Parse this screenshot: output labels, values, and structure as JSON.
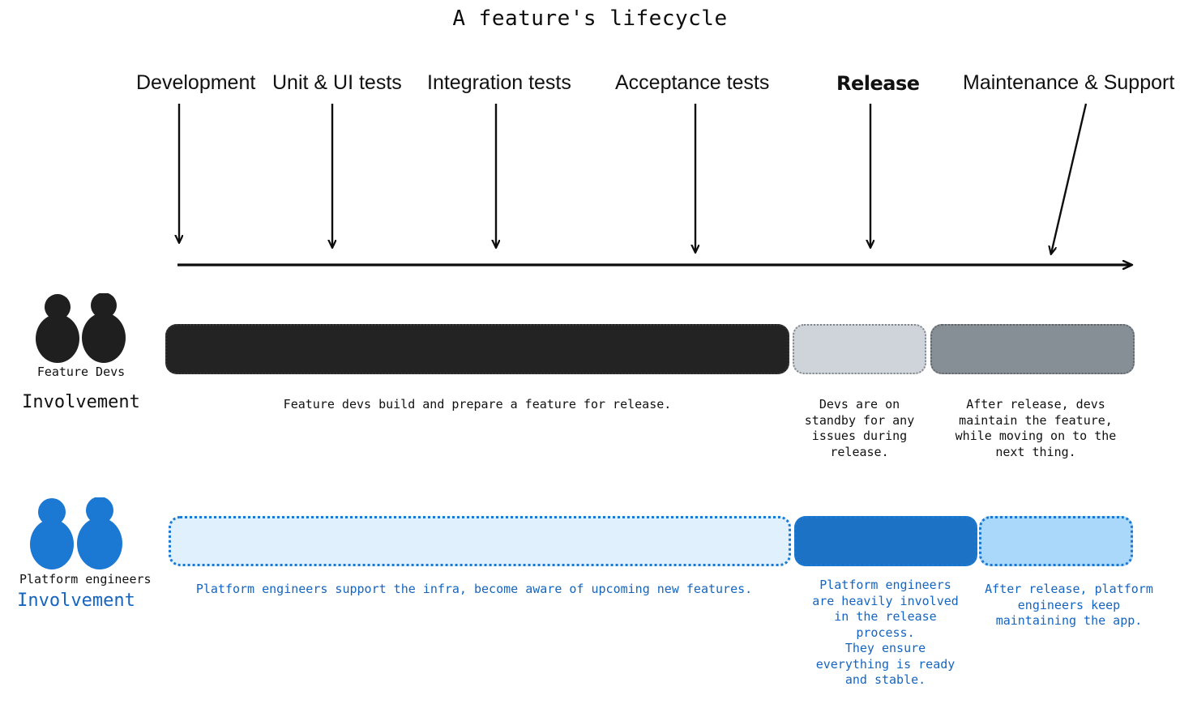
{
  "title": "A feature's lifecycle",
  "colors": {
    "black_bar": "#232323",
    "light_gray_bar": "#ced4da",
    "gray_bar": "#868e96",
    "very_light_blue_bar": "#e0f0fd",
    "dark_blue_bar": "#1c72c4",
    "light_blue_bar": "#a9d8fb",
    "blue_text": "#1565c0",
    "blue_icon": "#1b79d4",
    "black_icon": "#1f1f1f",
    "axis": "#0d0d0d"
  },
  "timeline": {
    "axis_name": "lifecycle-timeline-axis",
    "phases": [
      {
        "label": "Development",
        "bold": false
      },
      {
        "label": "Unit & UI tests",
        "bold": false
      },
      {
        "label": "Integration tests",
        "bold": false
      },
      {
        "label": "Acceptance tests",
        "bold": false
      },
      {
        "label": "Release",
        "bold": true
      },
      {
        "label": "Maintenance & Support",
        "bold": false
      }
    ]
  },
  "rows": [
    {
      "id": "feature-devs",
      "actor_label": "Feature Devs",
      "involvement_label": "Involvement",
      "icon": "two-people-icon",
      "icon_color": "#1f1f1f",
      "segments": [
        {
          "name": "development-through-acceptance",
          "color": "#232323",
          "caption": "Feature devs build and prepare a feature for release."
        },
        {
          "name": "release",
          "color": "#ced4da",
          "caption": "Devs are on\nstandby for any\nissues during\nrelease."
        },
        {
          "name": "maintenance-support",
          "color": "#868e96",
          "caption": "After release, devs\nmaintain the feature,\nwhile moving on to the\nnext thing."
        }
      ]
    },
    {
      "id": "platform-engineers",
      "actor_label": "Platform engineers",
      "involvement_label": "Involvement",
      "icon": "two-people-icon",
      "icon_color": "#1b79d4",
      "segments": [
        {
          "name": "development-through-acceptance",
          "color": "#e0f0fd",
          "caption": "Platform engineers support the infra, become aware of upcoming new features."
        },
        {
          "name": "release",
          "color": "#1c72c4",
          "caption": "Platform engineers\nare heavily involved\nin the release\nprocess.\nThey ensure\neverything is ready\nand stable."
        },
        {
          "name": "maintenance-support",
          "color": "#a9d8fb",
          "caption": "After release, platform\nengineers keep\nmaintaining the app."
        }
      ]
    }
  ]
}
